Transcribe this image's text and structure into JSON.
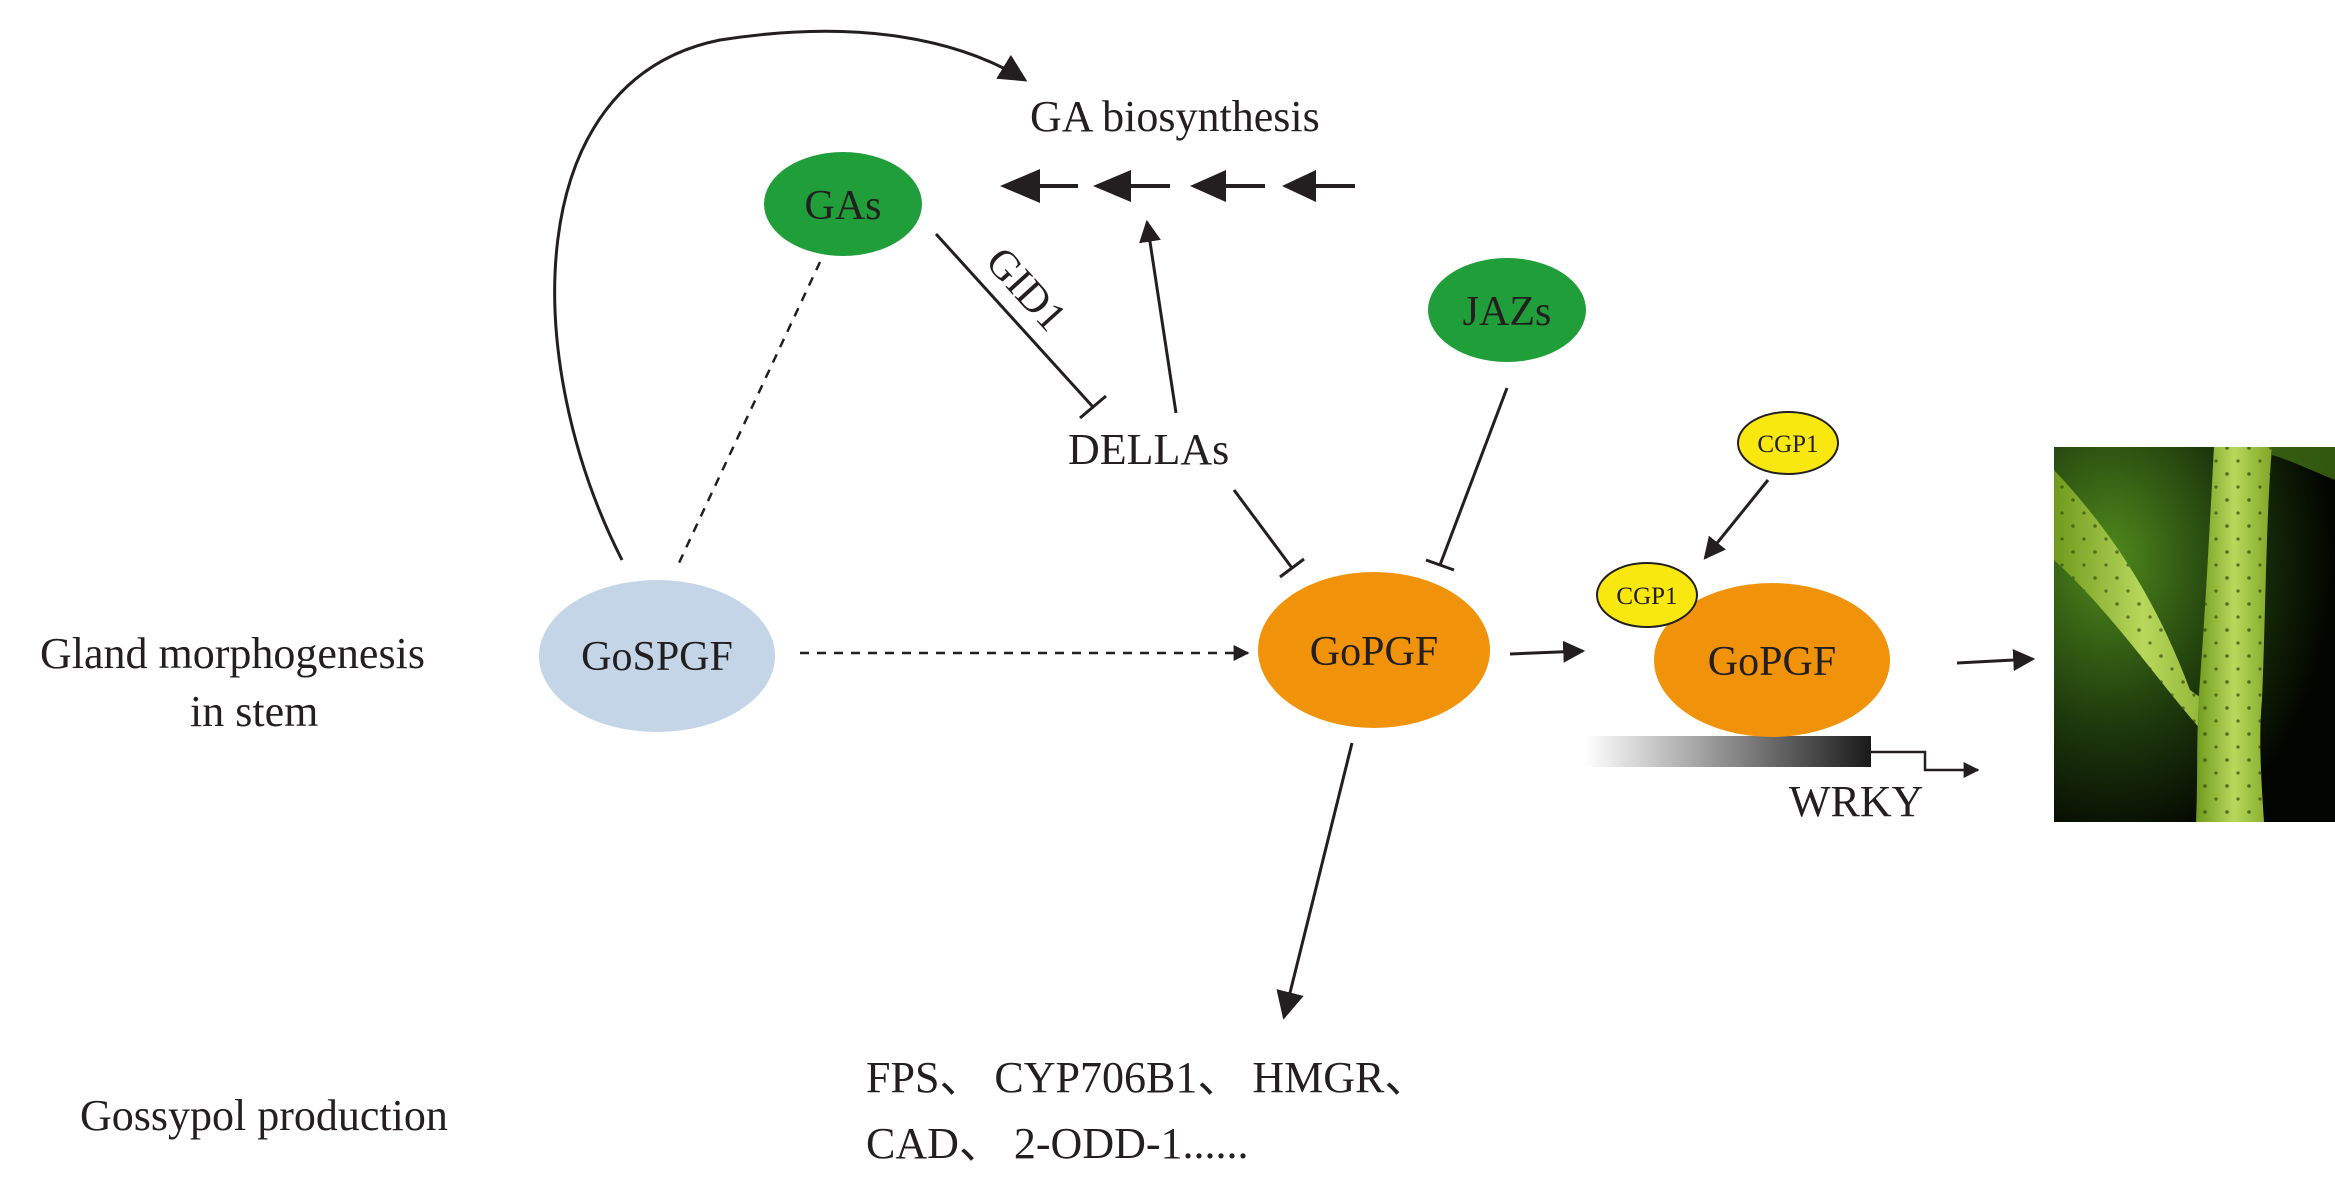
{
  "labels": {
    "ga_biosynthesis": "GA biosynthesis",
    "gid1": "GID1",
    "dellas": "DELLAs",
    "gland_line1": "Gland morphogenesis",
    "gland_line2": "in stem",
    "gossypol": "Gossypol production",
    "genes_line1": "FPS、 CYP706B1、 HMGR、",
    "genes_line2": "CAD、 2-ODD-1......",
    "wrky": "WRKY"
  },
  "nodes": {
    "gas": "GAs",
    "jazs": "JAZs",
    "gospgf": "GoSPGF",
    "gopgf": "GoPGF",
    "gopgf_bound": "GoPGF",
    "cgp1_free": "CGP1",
    "cgp1_bound": "CGP1"
  },
  "colors": {
    "green": "#1f9e3a",
    "orange": "#f0930a",
    "light_blue": "#c3d5e6",
    "yellow": "#f8e80f",
    "ink": "#231f20"
  }
}
